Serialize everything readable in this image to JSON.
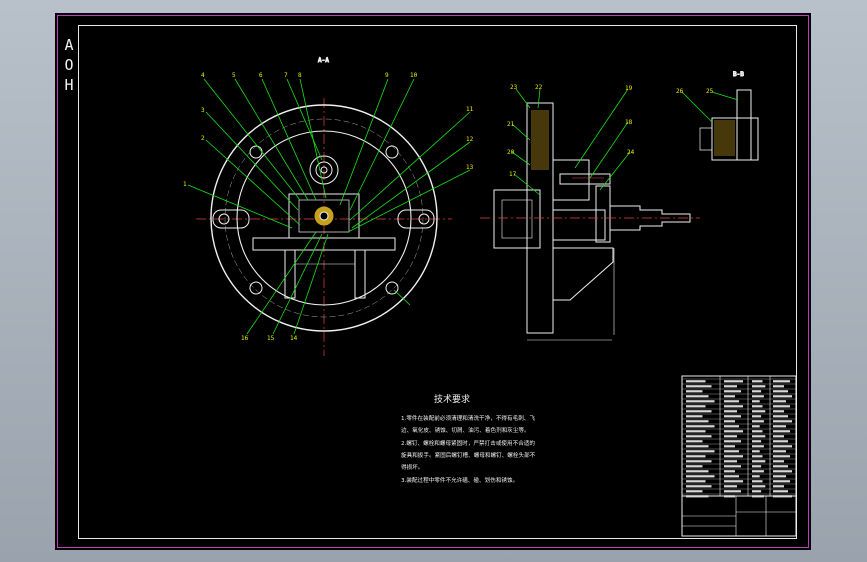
{
  "sheet": {
    "side_label_chars": [
      "A",
      "O",
      "H"
    ]
  },
  "views": {
    "section_aa_title": "A-A",
    "section_bb_title": "B-B"
  },
  "front_callouts": [
    "4",
    "5",
    "6",
    "7",
    "8",
    "9",
    "10",
    "3",
    "2",
    "1",
    "11",
    "12",
    "13",
    "16",
    "15",
    "14"
  ],
  "side_callouts": [
    "23",
    "22",
    "21",
    "20",
    "19",
    "18",
    "17",
    "24"
  ],
  "detail_callouts": [
    "26",
    "25"
  ],
  "technical_requirements": {
    "title": "技术要求",
    "lines": [
      "1.零件在装配前必须清理和清洗干净，不得有毛刺、飞",
      "边、氧化皮、锈蚀、切屑、油污、着色剂和灰尘等。",
      "2.螺钉、螺栓和螺母紧固时，严禁打击或使用不合适的",
      "旋具和扳手。紧固后螺钉槽、螺母和螺钉、螺栓头部不",
      "得损坏。",
      "3.装配过程中零件不允许磕、碰、划伤和锈蚀。"
    ]
  },
  "colors": {
    "background": "#000000",
    "outline": "#f0f0f0",
    "leader": "#18e018",
    "centerline": "#e84040",
    "callout_text": "#f0f000",
    "frame_outer": "#c03ac0",
    "hatch": "#c8a020"
  }
}
